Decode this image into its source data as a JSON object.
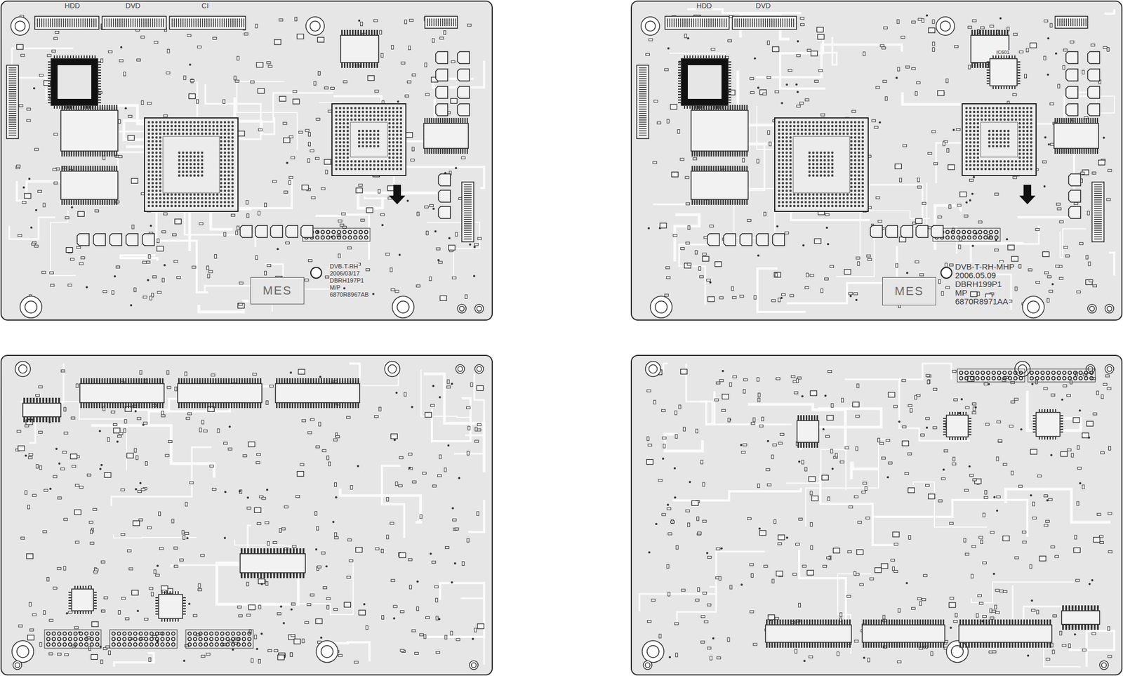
{
  "diagram": {
    "nodes": [
      {
        "text": [
          "MES"
        ]
      },
      {
        "text": [
          "MES"
        ]
      }
    ],
    "labels": [
      "HDD",
      "DVD",
      "CI",
      "DVB-T-RH",
      "2006/03/17",
      "DBRH197P1",
      "M/P",
      "6870R8967AB",
      "HDD",
      "DVD",
      "IC601",
      "DVB-T-RH-MHP",
      "2006.05.09",
      "DBRH199P1",
      "MP",
      "6870R8971AA"
    ]
  }
}
